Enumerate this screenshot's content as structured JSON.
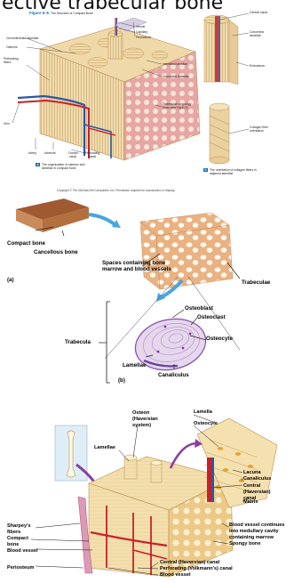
{
  "title": "ective trabecular bone",
  "panel1": {
    "figure_label": "Figure 6–6",
    "figure_title": "The Structure of Compact Bone",
    "labels_left": [
      "Circumferential lamellae",
      "Osteons",
      "Perforating fibers",
      "Vein"
    ],
    "labels_top": [
      "Venule",
      "Capillary",
      "Periosteum"
    ],
    "labels_right": [
      "Interstitial lamellae",
      "Concentric lamellae",
      "Trabeculae of spongy bone (see Fig 6–9)"
    ],
    "labels_bottom": [
      "Artery",
      "Arteriole",
      "Central canal",
      "Perforating canal"
    ],
    "caption_a_letter": "a",
    "caption_a": "The organization of osteons and lamellae in compact bone",
    "labels_b": [
      "Central canal",
      "Concentric lamellae",
      "Endosteum",
      "Collagen fiber orientation"
    ],
    "caption_b_letter": "b",
    "caption_b": "The orientation of collagen fibers in adjacent lamellae"
  },
  "panel2": {
    "copyright": "Copyright © The McGraw-Hill Companies, Inc. Permission required for reproduction or display.",
    "labels": {
      "compact": "Compact bone",
      "cancellous": "Cancellous bone",
      "spaces": "Spaces containing bone marrow and blood vessels",
      "trabeculae": "Trabeculae",
      "part_a": "(a)",
      "osteoblast": "Osteoblast",
      "osteoclast": "Osteoclast",
      "trabecula": "Trabecula",
      "osteocyte": "Osteocyte",
      "lamellae": "Lamellae",
      "part_b": "(b)",
      "canaliculus": "Canaliculus"
    }
  },
  "panel3": {
    "labels": {
      "osteon": "Osteon (Haversian system)",
      "lamella": "Lamella",
      "osteocyte": "Osteocyte",
      "lamellae": "Lamellae",
      "lacuna": "Lacuna",
      "canaliculus": "Canaliculus",
      "central": "Central (Haversian) canal",
      "matrix": "Matrix",
      "sharpeys": "Sharpey's fibers",
      "compact": "Compact bone",
      "blood_vessel_left": "Blood vessel",
      "periosteum": "Periosteum",
      "continues": "Blood vessel continues into medullary cavity containing marrow",
      "spongy": "Spongy bone",
      "central_bottom": "Central (Haversian) canal",
      "perforating": "Perforating (Volkmann's) canal",
      "blood_vessel_bottom": "Blood vessel"
    }
  },
  "colors": {
    "figure_blue": "#1a6bb5",
    "bone": "#f1dcaa",
    "bone_dark": "#d9b77a",
    "vessel_red": "#c8202a",
    "vessel_blue": "#2b57a8",
    "marrow": "#e8a3a3",
    "purple": "#8a5ab0",
    "arrow_blue": "#46a6e0"
  }
}
